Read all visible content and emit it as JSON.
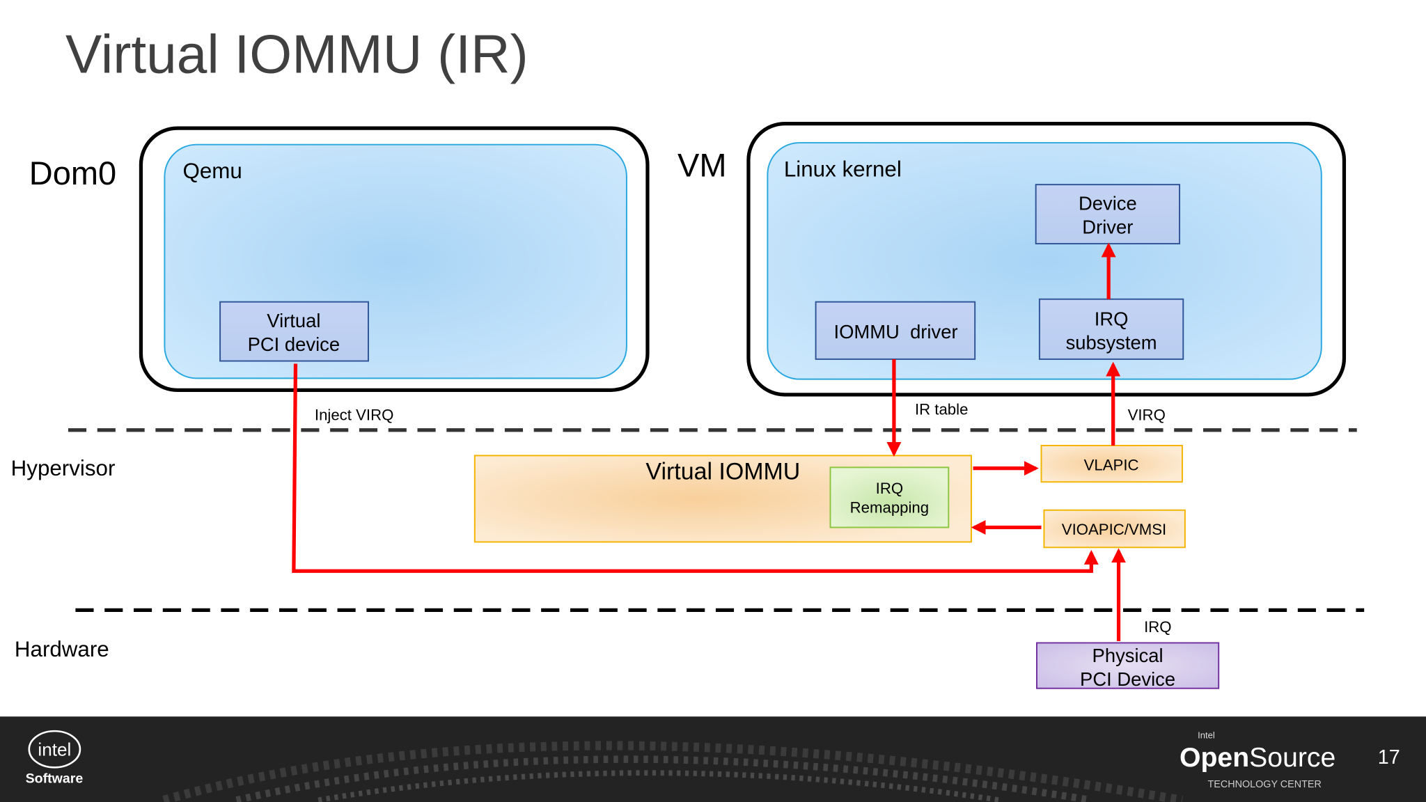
{
  "slide": {
    "title": "Virtual IOMMU (IR)",
    "page_number": "17"
  },
  "layers": {
    "dom0": "Dom0",
    "vm": "VM",
    "hypervisor": "Hypervisor",
    "hardware": "Hardware"
  },
  "boxes": {
    "qemu": "Qemu",
    "virtual_pci_line1": "Virtual",
    "virtual_pci_line2": "PCI device",
    "linux_kernel": "Linux kernel",
    "device_driver_line1": "Device",
    "device_driver_line2": "Driver",
    "iommu_driver": "IOMMU  driver",
    "irq_subsystem_line1": "IRQ",
    "irq_subsystem_line2": "subsystem",
    "virtual_iommu": "Virtual IOMMU",
    "irq_remap_line1": "IRQ",
    "irq_remap_line2": "Remapping",
    "vlapic": "VLAPIC",
    "vioapic": "VIOAPIC/VMSI",
    "physical_pci_line1": "Physical",
    "physical_pci_line2": "PCI Device"
  },
  "edge_labels": {
    "inject_virq": "Inject VIRQ",
    "ir_table": "IR table",
    "virq": "VIRQ",
    "irq": "IRQ"
  },
  "footer": {
    "intel_logo": "intel",
    "software": "Software",
    "brand_small": "Intel",
    "brand_open": "Open",
    "brand_source": "Source",
    "brand_sub": "TECHNOLOGY CENTER"
  },
  "colors": {
    "arrow": "#ff0000",
    "footer_bg": "#232323",
    "blue_border": "#29a8e0",
    "orange_border": "#f5b400",
    "green_border": "#8cc63f",
    "purple_border": "#7030a0"
  }
}
